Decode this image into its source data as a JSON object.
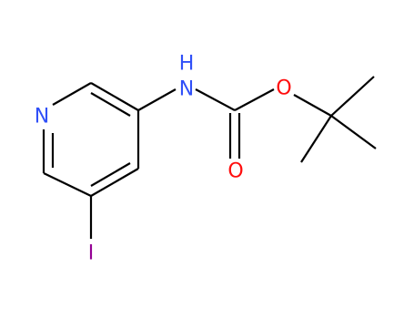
{
  "molecule": {
    "atoms": {
      "n_ring": {
        "label": "N",
        "color": "#3050F8"
      },
      "n_amide_h": {
        "label": "H",
        "color": "#3050F8"
      },
      "n_amide": {
        "label": "N",
        "color": "#3050F8"
      },
      "o_ester": {
        "label": "O",
        "color": "#FF0D0D"
      },
      "o_carbonyl": {
        "label": "O",
        "color": "#FF0D0D"
      },
      "iodine": {
        "label": "I",
        "color": "#940094"
      }
    },
    "bond_color": "#000000"
  }
}
